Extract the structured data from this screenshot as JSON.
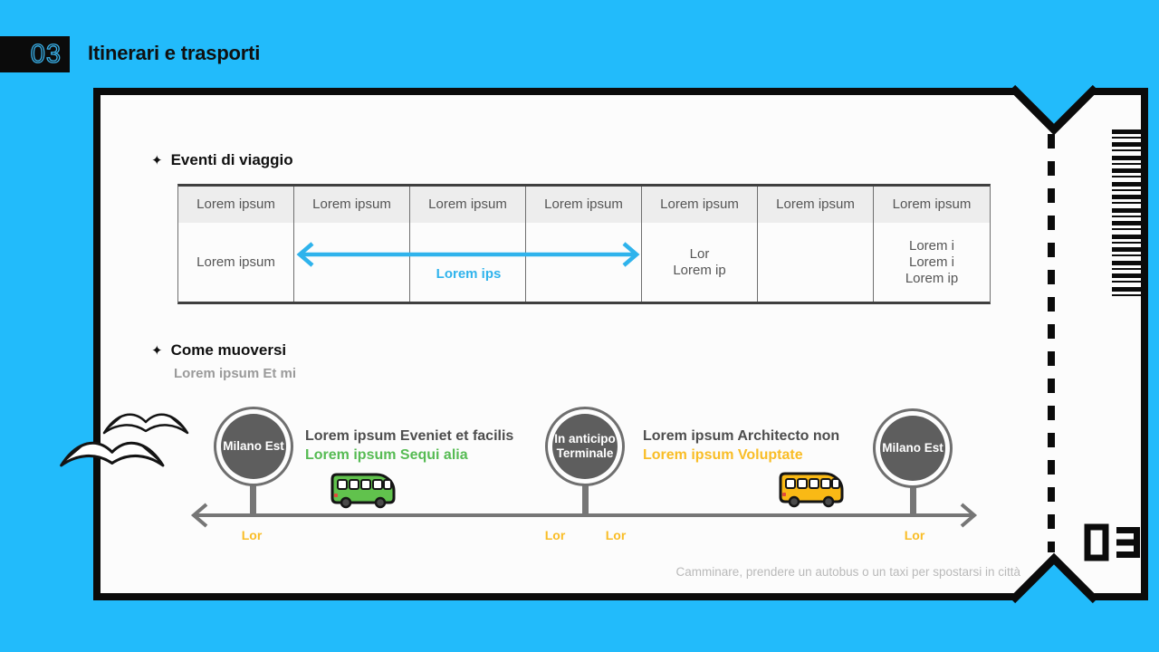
{
  "slide": {
    "page_number": "03",
    "title": "Itinerari e trasporti",
    "stub_number": "03"
  },
  "icons": {
    "star": "✦"
  },
  "events_section": {
    "heading": "Eventi di viaggio",
    "table": {
      "headers": [
        "Lorem ipsum",
        "Lorem ipsum",
        "Lorem ipsum",
        "Lorem ipsum",
        "Lorem ipsum",
        "Lorem ipsum",
        "Lorem ipsum"
      ],
      "body": {
        "col1": "Lorem ipsum",
        "arrow_label": "Lorem ips",
        "col5": [
          "Lor",
          "Lorem ip"
        ],
        "col7": [
          "Lorem i",
          "Lorem i",
          "Lorem ip"
        ]
      }
    }
  },
  "transport_section": {
    "heading": "Come muoversi",
    "subheading": "Lorem ipsum Et mi",
    "stops": [
      {
        "line1": "Milano Est",
        "line2": ""
      },
      {
        "line1": "In anticipo",
        "line2": "Terminale"
      },
      {
        "line1": "Milano Est",
        "line2": ""
      }
    ],
    "segments": [
      {
        "line1": "Lorem ipsum Eveniet et facilis",
        "line2": "Lorem ipsum Sequi alia"
      },
      {
        "line1": "Lorem ipsum Architecto non",
        "line2": "Lorem ipsum Voluptate"
      }
    ],
    "markers": [
      "Lor",
      "Lor",
      "Lor",
      "Lor"
    ],
    "caption": "Camminare, prendere un autobus o un taxi per spostarsi in città"
  },
  "colors": {
    "background": "#22bbfb",
    "arrow_blue": "#2fb3ec",
    "green": "#56bb53",
    "yellow": "#f9bd26",
    "circle_gray": "#5e5e5e"
  }
}
